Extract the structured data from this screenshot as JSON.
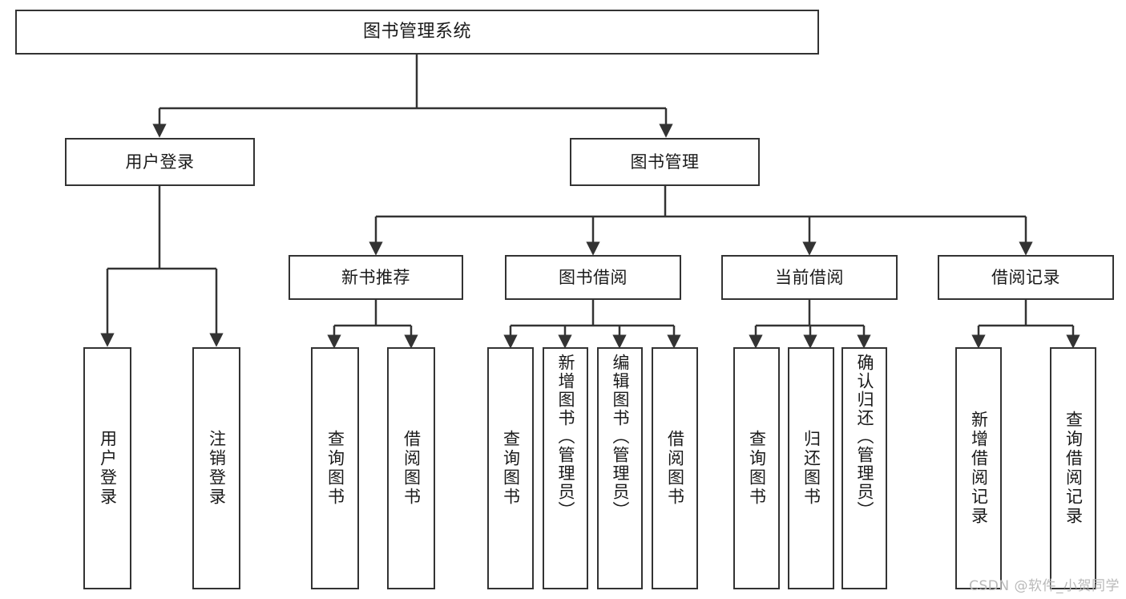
{
  "diagram": {
    "title": "图书管理系统",
    "type": "tree-hierarchy",
    "watermark": "CSDN @软件_小贺同学",
    "colors": {
      "border": "#333333",
      "fill": "#ffffff",
      "text": "#1a1a1a",
      "edge": "#333333",
      "watermark": "#b9b9b9"
    },
    "levels": {
      "root": "图书管理系统",
      "level1": [
        "用户登录",
        "图书管理"
      ],
      "level2": [
        "新书推荐",
        "图书借阅",
        "当前借阅",
        "借阅记录"
      ]
    }
  },
  "nodes": {
    "root": {
      "label": "图书管理系统"
    },
    "user_login": {
      "label": "用户登录"
    },
    "book_manage": {
      "label": "图书管理"
    },
    "new_book_rec": {
      "label": "新书推荐"
    },
    "book_borrow": {
      "label": "图书借阅"
    },
    "current_borrow": {
      "label": "当前借阅"
    },
    "borrow_record": {
      "label": "借阅记录"
    },
    "leaf_user_login": {
      "label": "用户登录"
    },
    "leaf_logout": {
      "label": "注销登录"
    },
    "leaf_query_book_1": {
      "label": "查询图书"
    },
    "leaf_borrow_book_1": {
      "label": "借阅图书"
    },
    "leaf_query_book_2": {
      "label": "查询图书"
    },
    "leaf_add_book": {
      "label": "新增图书（管理员）"
    },
    "leaf_edit_book": {
      "label": "编辑图书（管理员）"
    },
    "leaf_borrow_book_2": {
      "label": "借阅图书"
    },
    "leaf_query_book_3": {
      "label": "查询图书"
    },
    "leaf_return_book": {
      "label": "归还图书"
    },
    "leaf_confirm_return": {
      "label": "确认归还（管理员）"
    },
    "leaf_add_record": {
      "label": "新增借阅记录"
    },
    "leaf_query_record": {
      "label": "查询借阅记录"
    }
  },
  "edges": [
    {
      "from": "root",
      "to": "user_login"
    },
    {
      "from": "root",
      "to": "book_manage"
    },
    {
      "from": "user_login",
      "to": "leaf_user_login"
    },
    {
      "from": "user_login",
      "to": "leaf_logout"
    },
    {
      "from": "book_manage",
      "to": "new_book_rec"
    },
    {
      "from": "book_manage",
      "to": "book_borrow"
    },
    {
      "from": "book_manage",
      "to": "current_borrow"
    },
    {
      "from": "book_manage",
      "to": "borrow_record"
    },
    {
      "from": "new_book_rec",
      "to": "leaf_query_book_1"
    },
    {
      "from": "new_book_rec",
      "to": "leaf_borrow_book_1"
    },
    {
      "from": "book_borrow",
      "to": "leaf_query_book_2"
    },
    {
      "from": "book_borrow",
      "to": "leaf_add_book"
    },
    {
      "from": "book_borrow",
      "to": "leaf_edit_book"
    },
    {
      "from": "book_borrow",
      "to": "leaf_borrow_book_2"
    },
    {
      "from": "current_borrow",
      "to": "leaf_query_book_3"
    },
    {
      "from": "current_borrow",
      "to": "leaf_return_book"
    },
    {
      "from": "current_borrow",
      "to": "leaf_confirm_return"
    },
    {
      "from": "borrow_record",
      "to": "leaf_add_record"
    },
    {
      "from": "borrow_record",
      "to": "leaf_query_record"
    }
  ]
}
